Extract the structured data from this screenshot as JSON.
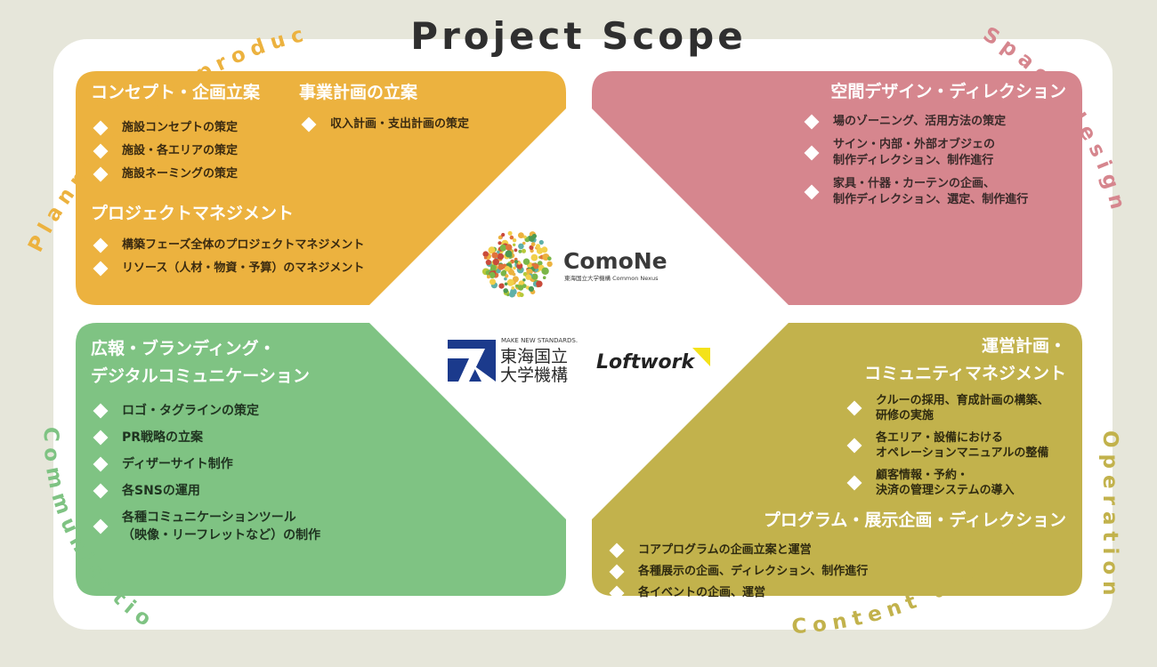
{
  "title": "Project Scope",
  "corner_labels": {
    "top_left": "Planning and production",
    "top_right": "Space design",
    "bottom_left": "Communication",
    "bottom_right": "Content design",
    "right_side": "Operation"
  },
  "colors": {
    "background": "#e6e6da",
    "panel": "#ffffff",
    "planning": "#ecb23f",
    "space": "#d6868e",
    "communication": "#7fc383",
    "operation": "#c2b24c",
    "title_text": "#2f2f2f"
  },
  "quadrants": {
    "planning": {
      "heading1": "コンセプト・企画立案",
      "items1": [
        "施設コンセプトの策定",
        "施設・各エリアの策定",
        "施設ネーミングの策定"
      ],
      "heading2": "事業計画の立案",
      "items2": [
        "収入計画・支出計画の策定"
      ],
      "heading3": "プロジェクトマネジメント",
      "items3": [
        "構築フェーズ全体のプロジェクトマネジメント",
        "リソース（人材・物資・予算）のマネジメント"
      ]
    },
    "space": {
      "heading": "空間デザイン・ディレクション",
      "items": [
        [
          "場のゾーニング、活用方法の策定"
        ],
        [
          "サイン・内部・外部オブジェの",
          "制作ディレクション、制作進行"
        ],
        [
          "家具・什器・カーテンの企画、",
          "制作ディレクション、選定、制作進行"
        ]
      ]
    },
    "communication": {
      "heading_lines": [
        "広報・ブランディング・",
        "デジタルコミュニケーション"
      ],
      "items": [
        [
          "ロゴ・タグラインの策定"
        ],
        [
          "PR戦略の立案"
        ],
        [
          "ディザーサイト制作"
        ],
        [
          "各SNSの運用"
        ],
        [
          "各種コミュニケーションツール",
          "（映像・リーフレットなど）の制作"
        ]
      ]
    },
    "operation": {
      "heading_lines": [
        "運営計画・",
        "コミュニティマネジメント"
      ],
      "items": [
        [
          "クルーの採用、育成計画の構築、",
          "研修の実施"
        ],
        [
          "各エリア・設備における",
          "オペレーションマニュアルの整備"
        ],
        [
          "顧客情報・予約・",
          "決済の管理システムの導入"
        ]
      ],
      "heading2": "プログラム・展示企画・ディレクション",
      "items2": [
        "コアプログラムの企画立案と運営",
        "各種展示の企画、ディレクション、制作進行",
        "各イベントの企画、運営"
      ]
    }
  },
  "logos": {
    "comone_name": "ComoNe",
    "comone_sub": "東海国立大学機構 Common Nexus",
    "tokai_tagline": "MAKE NEW STANDARDS.",
    "tokai_line1": "東海国立",
    "tokai_line2": "大学機構",
    "loftwork": "Loftwork"
  }
}
